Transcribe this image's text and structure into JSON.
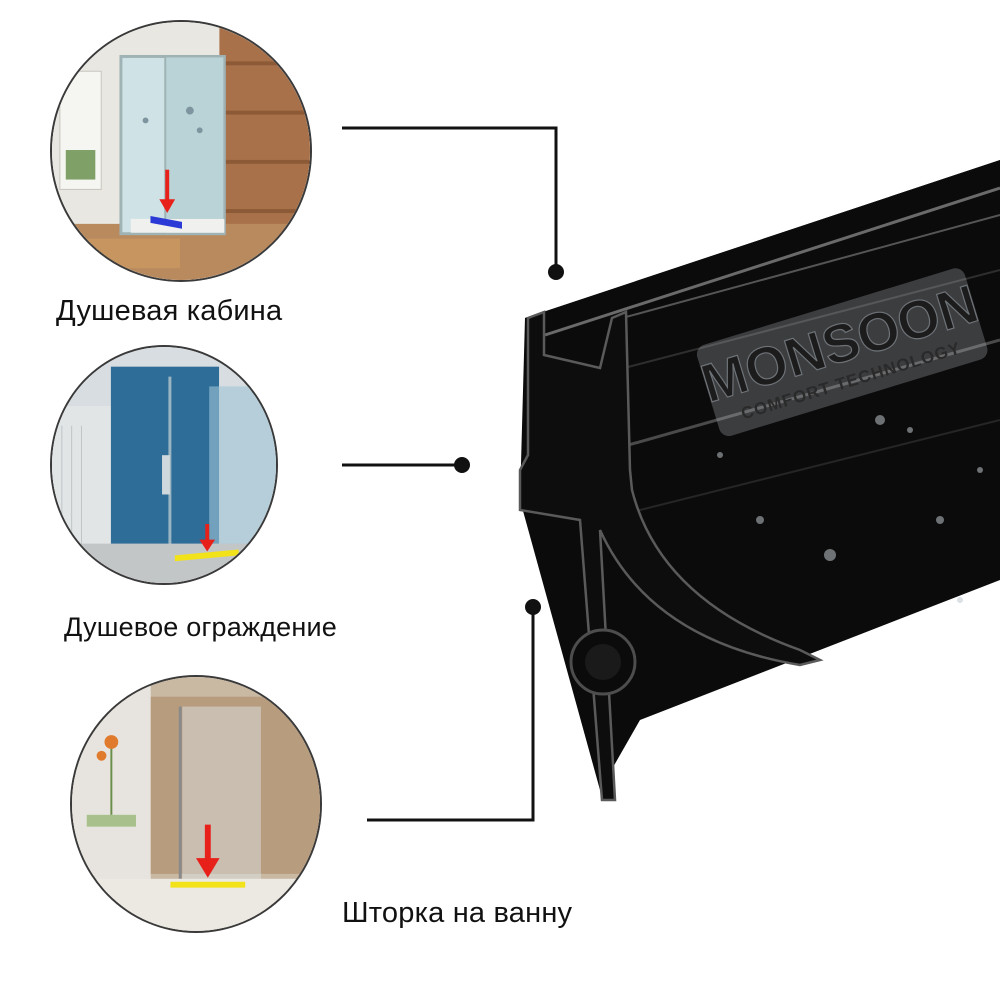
{
  "brand": {
    "name": "MONSOON",
    "tagline": "COMFORT TECHNOLOGY"
  },
  "captions": {
    "shower_cabin": "Душевая кабина",
    "shower_enclosure": "Душевое ограждение",
    "bath_screen": "Шторка на ванну"
  },
  "colors": {
    "profile": "#0a0a0a",
    "leader_line": "#111111",
    "arrow": "#e8201a",
    "seal_blue": "#2b3ad6",
    "seal_yellow": "#f2e21a"
  },
  "icons": {
    "arrow": "down-arrow-icon",
    "bullet": "dot-marker-icon"
  }
}
